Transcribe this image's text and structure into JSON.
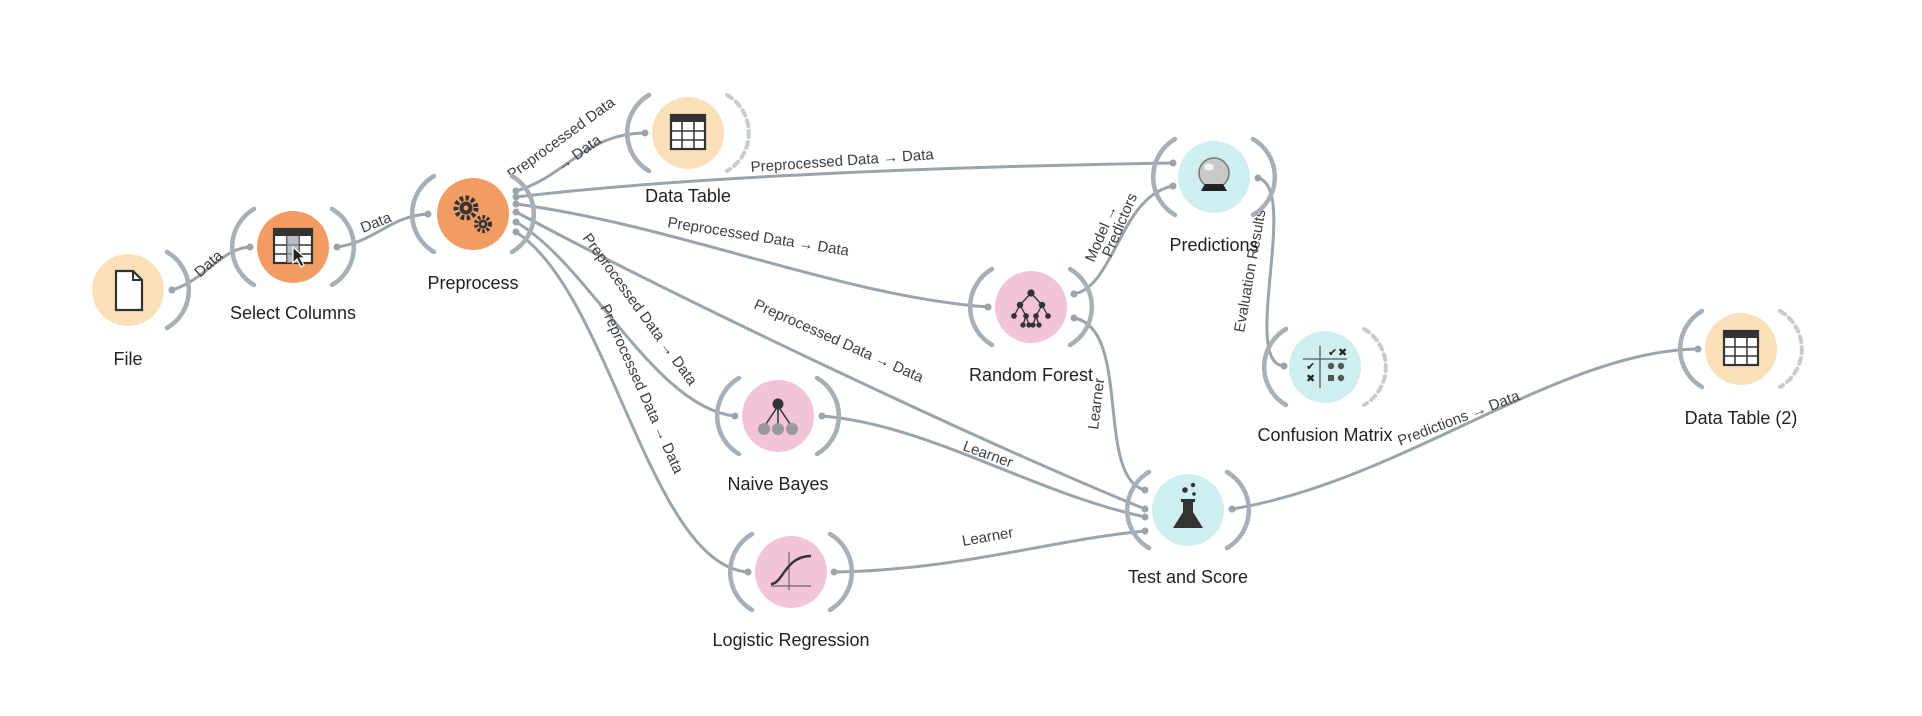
{
  "colors": {
    "data_widget": "#fae0b8",
    "transform_widget": "#f29c63",
    "model_widget": "#f2c3d9",
    "evaluate_widget": "#cfeef0",
    "link": "#9ba4ab",
    "text": "#222222"
  },
  "nodes": {
    "file": {
      "label": "File",
      "icon": "file-icon",
      "color": "#fae0b8"
    },
    "select_columns": {
      "label": "Select Columns",
      "icon": "select-columns-icon",
      "color": "#f29c63"
    },
    "preprocess": {
      "label": "Preprocess",
      "icon": "gears-icon",
      "color": "#f29c63"
    },
    "data_table": {
      "label": "Data Table",
      "icon": "table-icon",
      "color": "#fae0b8"
    },
    "predictions": {
      "label": "Predictions",
      "icon": "crystal-ball-icon",
      "color": "#cfeef0"
    },
    "random_forest": {
      "label": "Random Forest",
      "icon": "tree-icon",
      "color": "#f2c3d9"
    },
    "confusion_matrix": {
      "label": "Confusion Matrix",
      "icon": "confusion-matrix-icon",
      "color": "#cfeef0"
    },
    "naive_bayes": {
      "label": "Naive Bayes",
      "icon": "naive-bayes-icon",
      "color": "#f2c3d9"
    },
    "test_and_score": {
      "label": "Test and Score",
      "icon": "flask-icon",
      "color": "#cfeef0"
    },
    "logistic_regression": {
      "label": "Logistic Regression",
      "icon": "sigmoid-icon",
      "color": "#f2c3d9"
    },
    "data_table_2": {
      "label": "Data Table (2)",
      "icon": "table-icon",
      "color": "#fae0b8"
    }
  },
  "links": {
    "file_select": "Data",
    "select_preprocess": "Data",
    "pre_datatable_1": "Preprocessed Data",
    "pre_datatable_2": "→ Data",
    "pre_predictions": "Preprocessed Data → Data",
    "pre_randomforest": "Preprocessed Data → Data",
    "pre_testscore": "Preprocessed Data → Data",
    "pre_naivebayes": "Preprocessed Data → Data",
    "pre_logreg": "Preprocessed Data → Data",
    "rf_predictions_1": "Model →",
    "rf_predictions_2": "Predictors",
    "rf_testscore": "Learner",
    "nb_testscore": "Learner",
    "lr_testscore": "Learner",
    "predictions_confusion": "Evaluation Results",
    "testscore_datatable2": "Predictions → Data"
  }
}
